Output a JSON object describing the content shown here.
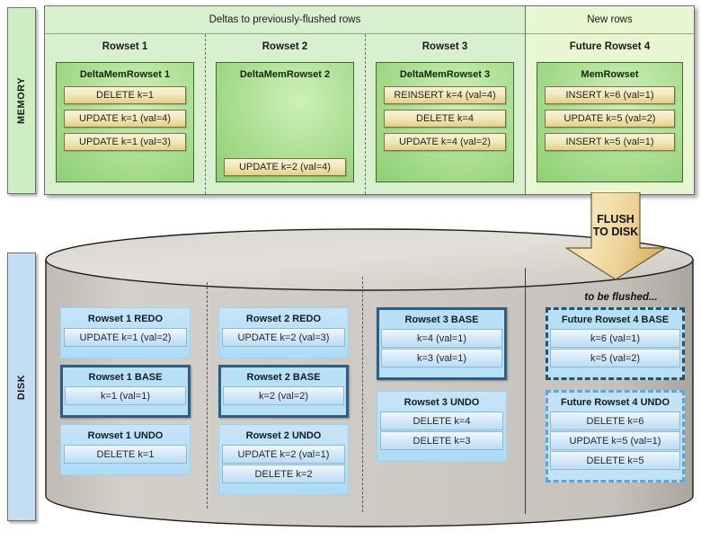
{
  "rails": {
    "memory_label": "MEMORY",
    "disk_label": "DISK"
  },
  "memory": {
    "sections": [
      {
        "label": "Deltas to previously-flushed rows"
      },
      {
        "label": "New rows"
      }
    ],
    "columns": [
      {
        "rowset_label": "Rowset 1",
        "container_title": "DeltaMemRowset 1",
        "ops_align": "top",
        "ops": [
          "DELETE k=1",
          "UPDATE k=1 (val=4)",
          "UPDATE k=1 (val=3)"
        ]
      },
      {
        "rowset_label": "Rowset 2",
        "container_title": "DeltaMemRowset 2",
        "ops_align": "bottom",
        "ops": [
          "UPDATE k=2 (val=4)"
        ]
      },
      {
        "rowset_label": "Rowset 3",
        "container_title": "DeltaMemRowset 3",
        "ops_align": "top",
        "ops": [
          "REINSERT k=4 (val=4)",
          "DELETE k=4",
          "UPDATE k=4 (val=2)"
        ]
      },
      {
        "rowset_label": "Future Rowset 4",
        "container_title": "MemRowset",
        "ops_align": "top",
        "ops": [
          "INSERT k=6 (val=1)",
          "UPDATE k=5 (val=2)",
          "INSERT k=5 (val=1)"
        ]
      }
    ]
  },
  "flush": {
    "label_line1": "FLUSH",
    "label_line2": "TO DISK",
    "arrow_fill_top": "#f3dfa9",
    "arrow_fill_bottom": "#e6c173"
  },
  "disk": {
    "note": "to be flushed...",
    "columns": [
      {
        "boxes": [
          {
            "title": "Rowset 1 REDO",
            "style": "plain",
            "rows": [
              "UPDATE k=1 (val=2)"
            ]
          },
          {
            "title": "Rowset 1 BASE",
            "style": "base",
            "rows": [
              "k=1 (val=1)"
            ]
          },
          {
            "title": "Rowset 1 UNDO",
            "style": "plain",
            "rows": [
              "DELETE k=1"
            ]
          }
        ]
      },
      {
        "boxes": [
          {
            "title": "Rowset 2 REDO",
            "style": "plain",
            "rows": [
              "UPDATE k=2 (val=3)"
            ]
          },
          {
            "title": "Rowset 2 BASE",
            "style": "base",
            "rows": [
              "k=2 (val=2)"
            ]
          },
          {
            "title": "Rowset 2 UNDO",
            "style": "plain",
            "rows": [
              "UPDATE k=2 (val=1)",
              "DELETE k=2"
            ]
          }
        ]
      },
      {
        "boxes": [
          {
            "title": "Rowset 3 BASE",
            "style": "base",
            "rows": [
              "k=4 (val=1)",
              "k=3 (val=1)"
            ]
          },
          {
            "title": "Rowset 3 UNDO",
            "style": "plain",
            "rows": [
              "DELETE k=4",
              "DELETE k=3"
            ]
          }
        ]
      },
      {
        "boxes": [
          {
            "title": "Future Rowset 4 BASE",
            "style": "dash-dark",
            "rows": [
              "k=6 (val=1)",
              "k=5 (val=2)"
            ]
          },
          {
            "title": "Future Rowset 4 UNDO",
            "style": "dash-light",
            "rows": [
              "DELETE k=6",
              "UPDATE k=5 (val=1)",
              "DELETE k=5"
            ]
          }
        ]
      }
    ]
  },
  "colors": {
    "memory_green": "#d9f0cf",
    "new_rows_green": "#e9f6d2",
    "memrowset_green": "#a9dd90",
    "op_yellow": "#f2e9bf",
    "disk_blue": "#addcf6",
    "base_border": "#2b5e82",
    "cylinder_gray": "#cbc7c1"
  }
}
